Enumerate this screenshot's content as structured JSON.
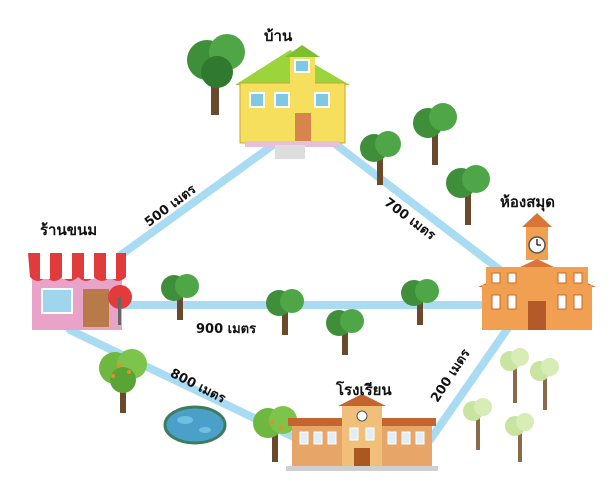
{
  "places": {
    "home": "บ้าน",
    "bakery": "ร้านขนม",
    "library": "ห้องสมุด",
    "school": "โรงเรียน"
  },
  "distances": {
    "home_bakery": "500 เมตร",
    "home_library": "700 เมตร",
    "bakery_library": "900 เมตร",
    "bakery_school": "800 เมตร",
    "school_library": "200 เมตร"
  },
  "colors": {
    "road": "#a9dcf2",
    "tree_leaf": "#3f8f3a",
    "tree_trunk": "#6b4a2b",
    "library_wall": "#f0a050",
    "school_wall": "#e7a567",
    "house_wall": "#f6df5c",
    "house_roof": "#9cd43c",
    "bakery_awning": "#e23b3b",
    "pond": "#4aa0c9"
  },
  "icons": [
    "house-icon",
    "bakery-icon",
    "library-icon",
    "school-icon",
    "tree-icon",
    "pond-icon"
  ]
}
